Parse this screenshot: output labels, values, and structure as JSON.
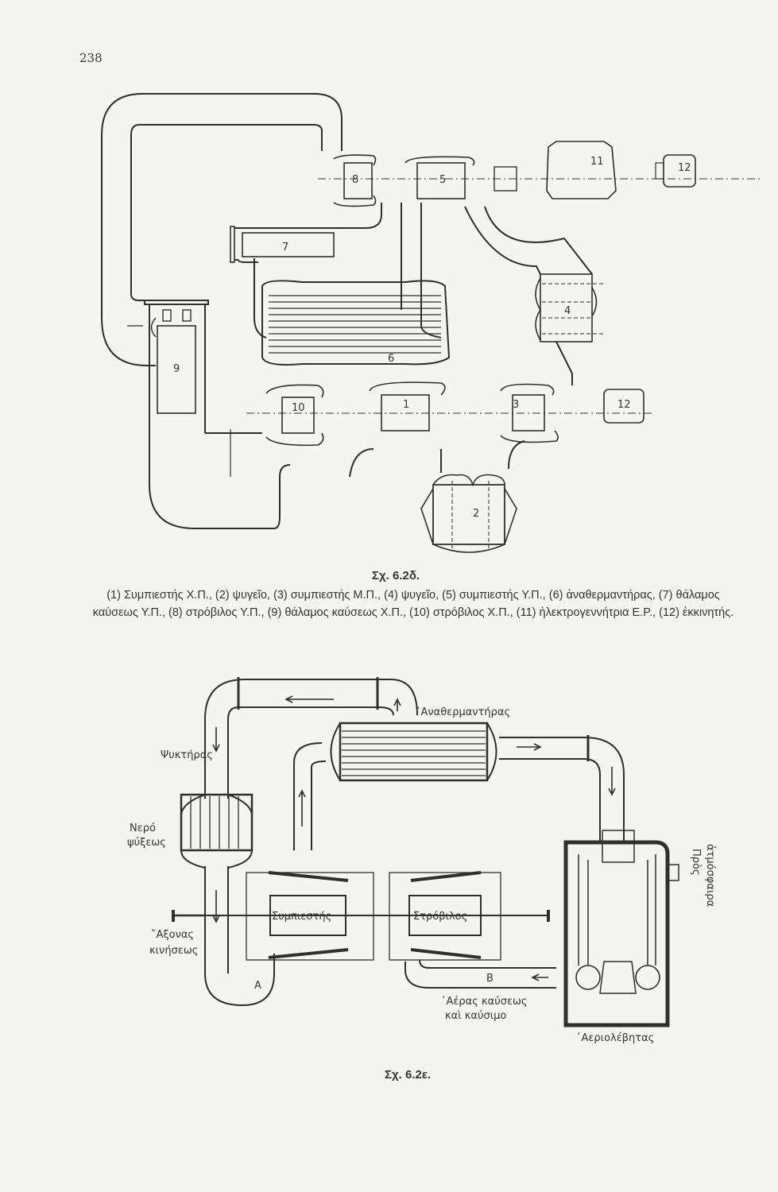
{
  "page": {
    "number": "238"
  },
  "figure_top": {
    "id": "Σχ. 6.2δ.",
    "component_numbers": [
      "1",
      "2",
      "3",
      "4",
      "5",
      "6",
      "7",
      "8",
      "9",
      "10",
      "11",
      "12"
    ],
    "caption_items": [
      "(1) Συμπιεστής Χ.Π.,",
      "(2) ψυγεῖο,",
      "(3) συμπιεστής Μ.Π.,",
      "(4) ψυγεῖο,",
      "(5) συμπιεστής Υ.Π.,",
      "(6) ἀναθερμαντήρας,",
      "(7) θάλαμος καύσεως Υ.Π.,",
      "(8) στρόβιλος Υ.Π.,",
      "(9) θάλαμος καύσεως Χ.Π.,",
      "(10) στρόβιλος Χ.Π.,",
      "(11) ἠλεκτρογεννήτρια Ε.Ρ.,",
      "(12) ἐκκινητής."
    ]
  },
  "figure_bottom": {
    "id": "Σχ. 6.2ε.",
    "labels": {
      "reheater": "᾿Αναθερμαντήρας",
      "cooler": "Ψυκτήρας",
      "cooling_water_1": "Νερό",
      "cooling_water_2": "ψύξεως",
      "drive_shaft_1": "῎Αξονας",
      "drive_shaft_2": "κινήσεως",
      "compressor": "Συμπιεστής",
      "turbine": "Στρόβιλος",
      "point_a": "Α",
      "point_b": "Β",
      "combustion_air_1": "᾿Αέρας καύσεως",
      "combustion_air_2": "καὶ καύσιμο",
      "to_atmosphere_1": "Πρὸς",
      "to_atmosphere_2": "ἀτμόσφαιρα",
      "gas_boiler": "᾿Αεριολέβητας"
    }
  },
  "colors": {
    "ink": "#2f2f2f",
    "paper": "#f4f4f2",
    "ghost_text": "#d6d6d2"
  }
}
